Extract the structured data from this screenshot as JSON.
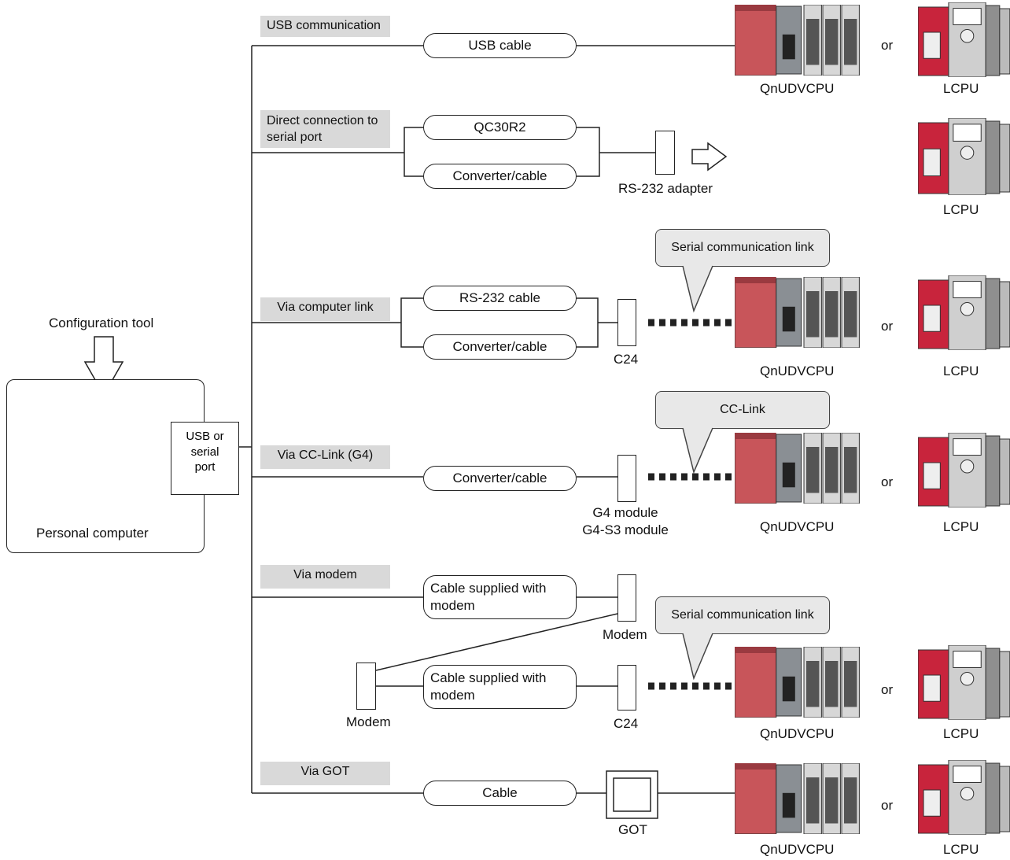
{
  "configuration_tool": "Configuration tool",
  "personal_computer": "Personal computer",
  "port_label": "USB or\nserial\nport",
  "or": "or",
  "cpu_q": "QnUDVCPU",
  "cpu_l": "LCPU",
  "rows": {
    "usb": {
      "section": "USB communication",
      "cable": "USB cable"
    },
    "direct": {
      "section": "Direct connection to\nserial port",
      "cable1": "QC30R2",
      "cable2": "Converter/cable",
      "adapter": "RS-232 adapter"
    },
    "link": {
      "section": "Via computer link",
      "cable1": "RS-232 cable",
      "cable2": "Converter/cable",
      "device": "C24",
      "bubble": "Serial communication link"
    },
    "cclink": {
      "section": "Via CC-Link (G4)",
      "cable": "Converter/cable",
      "device1": "G4 module",
      "device2": "G4-S3 module",
      "bubble": "CC-Link"
    },
    "modem": {
      "section": "Via modem",
      "cable1": "Cable supplied with\nmodem",
      "cable2": "Cable supplied with\nmodem",
      "modem_remote": "Modem",
      "modem_local": "Modem",
      "device": "C24",
      "bubble": "Serial communication link"
    },
    "got": {
      "section": "Via GOT",
      "cable": "Cable",
      "device": "GOT"
    }
  },
  "colors": {
    "plc_red": "#c8555a",
    "lcpu_red": "#c8243c",
    "plc_gray": "#8a8f94",
    "section_bg": "#d9d9d9",
    "bubble_bg": "#e8e8e8"
  }
}
